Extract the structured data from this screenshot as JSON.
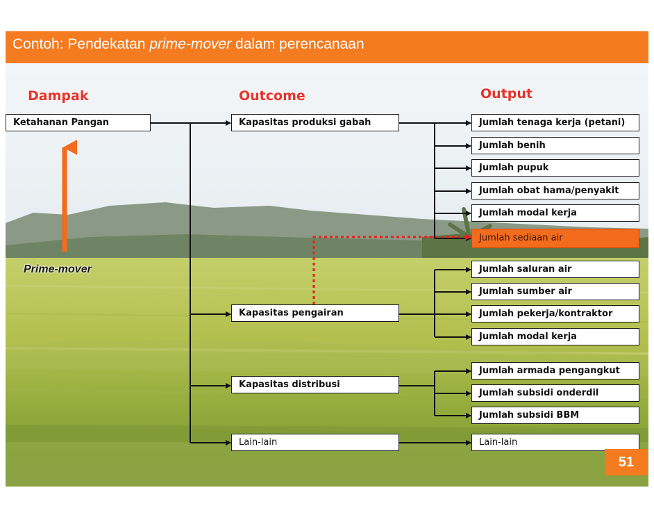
{
  "title": {
    "normal_1": "Contoh: Pendekatan ",
    "italic": "prime-mover",
    "normal_2": " dalam perencanaan"
  },
  "headers": {
    "dampak": "Dampak",
    "outcome": "Outcome",
    "output": "Output"
  },
  "dampak": {
    "item": "Ketahanan Pangan"
  },
  "outcomes": [
    "Kapasitas produksi gabah",
    "Kapasitas pengairan",
    "Kapasitas distribusi",
    "Lain-lain"
  ],
  "outputs": [
    "Jumlah tenaga kerja (petani)",
    "Jumlah benih",
    "Jumlah pupuk",
    "Jumlah obat hama/penyakit",
    "Jumlah modal kerja",
    "Jumlah sediaan air",
    "Jumlah saluran air",
    "Jumlah sumber air",
    "Jumlah pekerja/kontraktor",
    "Jumlah modal kerja",
    "Jumlah armada pengangkut",
    "Jumlah subsidi onderdil",
    "Jumlah subsidi BBM",
    "Lain-lain"
  ],
  "prime_mover_label": "Prime-mover",
  "page_number": "51",
  "colors": {
    "accent": "#f47b20",
    "header_text": "#e8322a",
    "highlight": "#f36b1c",
    "dashed_arrow": "#e81e1e"
  }
}
